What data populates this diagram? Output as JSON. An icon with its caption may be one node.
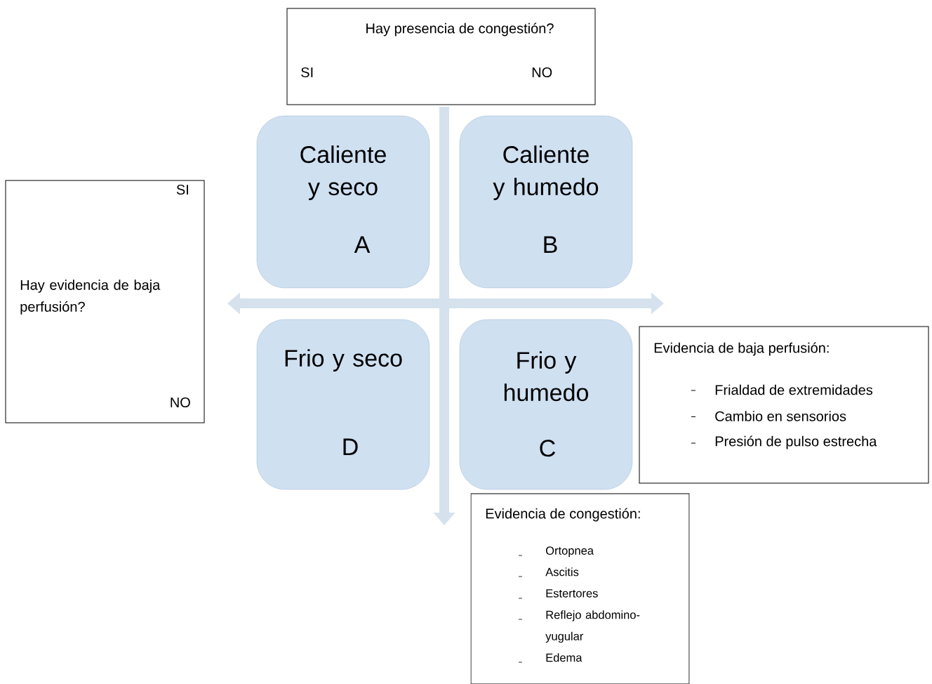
{
  "diagram": {
    "nodes": [
      {
        "text": [
          "Hay presencia de congestión?",
          "SI",
          "NO"
        ]
      },
      {
        "text": [
          "SI",
          "Hay evidencia de baja perfusión?",
          "NO"
        ]
      },
      {
        "text": [
          "Caliente y seco",
          "A"
        ]
      },
      {
        "text": [
          "Caliente y humedo",
          "B"
        ]
      },
      {
        "text": [
          "Frio y seco",
          "D"
        ]
      },
      {
        "text": [
          "Frio y humedo",
          "C"
        ]
      },
      {
        "text": [
          "Evidencia de baja perfusión:",
          "Frialdad de extremidades",
          "Cambio en sensorios",
          "Presión de pulso estrecha"
        ]
      },
      {
        "text": [
          "Evidencia de congestión:",
          "Ortopnea",
          "Ascitis",
          "Estertores",
          "Reflejo abdomino-yugular",
          "Edema"
        ]
      }
    ]
  }
}
